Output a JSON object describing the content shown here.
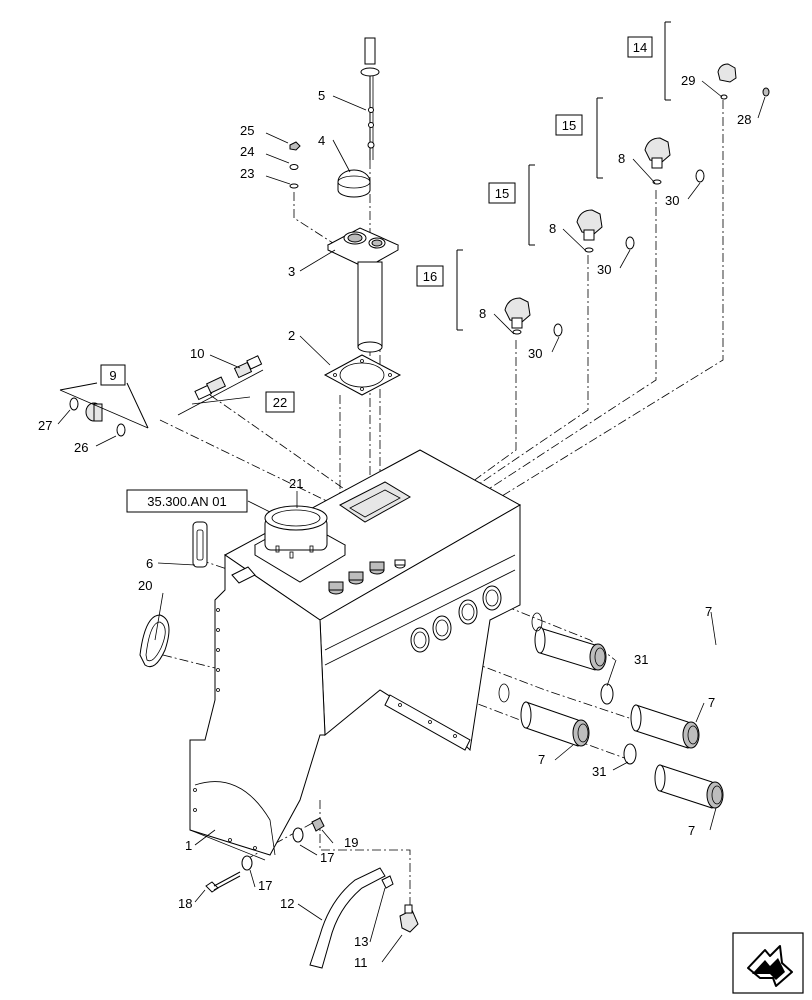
{
  "callouts": {
    "c1": "1",
    "c2": "2",
    "c3": "3",
    "c4": "4",
    "c5": "5",
    "c6": "6",
    "c7a": "7",
    "c7b": "7",
    "c7c": "7",
    "c7d": "7",
    "c8a": "8",
    "c8b": "8",
    "c8c": "8",
    "c10": "10",
    "c11": "11",
    "c12": "12",
    "c13": "13",
    "c17a": "17",
    "c17b": "17",
    "c18": "18",
    "c19": "19",
    "c20": "20",
    "c21": "21",
    "c23": "23",
    "c24": "24",
    "c25": "25",
    "c26": "26",
    "c27": "27",
    "c28": "28",
    "c29": "29",
    "c30a": "30",
    "c30b": "30",
    "c30c": "30",
    "c31a": "31",
    "c31b": "31"
  },
  "boxed_labels": {
    "b9": "9",
    "b14": "14",
    "b15a": "15",
    "b15b": "15",
    "b16": "16",
    "b22": "22"
  },
  "reference": "35.300.AN 01"
}
